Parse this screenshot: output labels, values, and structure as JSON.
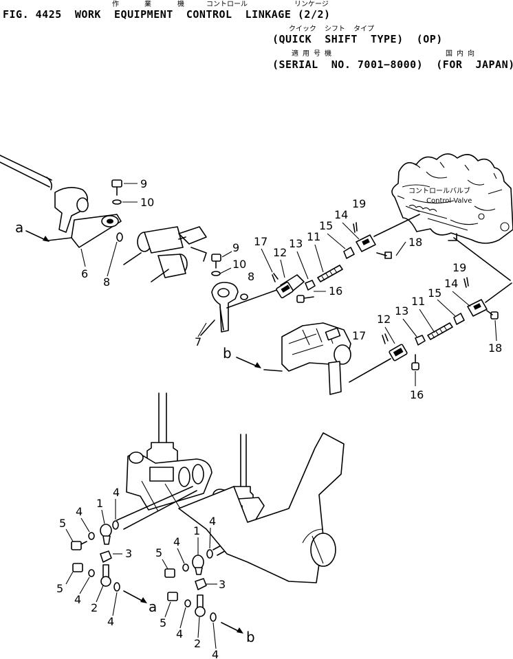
{
  "header": {
    "kana_line1": [
      "作",
      "業",
      "機",
      "コントロール",
      "リンケージ"
    ],
    "title": "FIG. 4425  WORK  EQUIPMENT  CONTROL  LINKAGE (2/2)",
    "kana_line2": "クイック  シフト  タイプ",
    "line2": "(QUICK  SHIFT  TYPE)  (OP)",
    "kana_line3a": "適 用 号 機",
    "kana_line3b": "国 内 向",
    "line3": "(SERIAL  NO. 7001−8000)  (FOR  JAPAN)"
  },
  "valve": {
    "label_jp": "コントロールバルブ",
    "label_en": "Control Valve"
  },
  "refs": {
    "a": "a",
    "b": "b"
  },
  "callouts": {
    "n1": "1",
    "n2": "2",
    "n3": "3",
    "n4": "4",
    "n5": "5",
    "n6": "6",
    "n7": "7",
    "n8": "8",
    "n9": "9",
    "n10": "10",
    "n11": "11",
    "n12": "12",
    "n13": "13",
    "n14": "14",
    "n15": "15",
    "n16": "16",
    "n17": "17",
    "n18": "18",
    "n19": "19"
  }
}
